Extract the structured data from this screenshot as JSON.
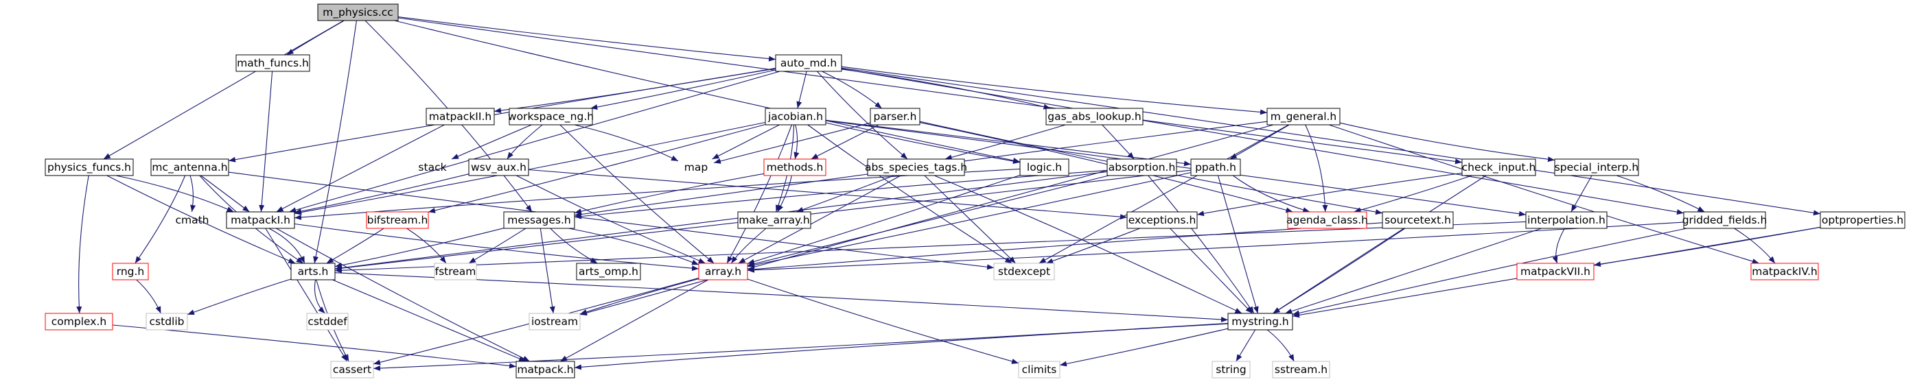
{
  "colors": {
    "edge": "#191970",
    "root_fill": "#bfbfbf",
    "normal_border": "#000000",
    "incomplete_border": "#ff0000",
    "external_border": "#bfbfbf"
  },
  "nodes": [
    {
      "id": "m_physics",
      "label": "m_physics.cc",
      "kind": "root"
    },
    {
      "id": "math_funcs",
      "label": "math_funcs.h",
      "kind": "normal"
    },
    {
      "id": "auto_md",
      "label": "auto_md.h",
      "kind": "normal"
    },
    {
      "id": "physics_funcs",
      "label": "physics_funcs.h",
      "kind": "normal"
    },
    {
      "id": "mc_antenna",
      "label": "mc_antenna.h",
      "kind": "normal"
    },
    {
      "id": "matpackII",
      "label": "matpackII.h",
      "kind": "normal"
    },
    {
      "id": "workspace_ng",
      "label": "workspace_ng.h",
      "kind": "normal"
    },
    {
      "id": "jacobian",
      "label": "jacobian.h",
      "kind": "normal"
    },
    {
      "id": "parser",
      "label": "parser.h",
      "kind": "normal"
    },
    {
      "id": "gas_abs_lookup",
      "label": "gas_abs_lookup.h",
      "kind": "normal"
    },
    {
      "id": "m_general",
      "label": "m_general.h",
      "kind": "normal"
    },
    {
      "id": "stack",
      "label": "stack",
      "kind": "plain"
    },
    {
      "id": "wsv_aux",
      "label": "wsv_aux.h",
      "kind": "normal"
    },
    {
      "id": "map",
      "label": "map",
      "kind": "plain"
    },
    {
      "id": "methods",
      "label": "methods.h",
      "kind": "red"
    },
    {
      "id": "abs_species_tags",
      "label": "abs_species_tags.h",
      "kind": "normal"
    },
    {
      "id": "logic",
      "label": "logic.h",
      "kind": "normal"
    },
    {
      "id": "absorption",
      "label": "absorption.h",
      "kind": "normal"
    },
    {
      "id": "ppath",
      "label": "ppath.h",
      "kind": "normal"
    },
    {
      "id": "check_input",
      "label": "check_input.h",
      "kind": "normal"
    },
    {
      "id": "special_interp",
      "label": "special_interp.h",
      "kind": "normal"
    },
    {
      "id": "cmath",
      "label": "cmath",
      "kind": "plain"
    },
    {
      "id": "matpackI",
      "label": "matpackI.h",
      "kind": "normal"
    },
    {
      "id": "bifstream",
      "label": "bifstream.h",
      "kind": "red"
    },
    {
      "id": "messages",
      "label": "messages.h",
      "kind": "normal"
    },
    {
      "id": "make_array",
      "label": "make_array.h",
      "kind": "normal"
    },
    {
      "id": "exceptions",
      "label": "exceptions.h",
      "kind": "normal"
    },
    {
      "id": "agenda_class",
      "label": "agenda_class.h",
      "kind": "red"
    },
    {
      "id": "sourcetext",
      "label": "sourcetext.h",
      "kind": "normal"
    },
    {
      "id": "interpolation",
      "label": "interpolation.h",
      "kind": "normal"
    },
    {
      "id": "gridded_fields",
      "label": "gridded_fields.h",
      "kind": "normal"
    },
    {
      "id": "optproperties",
      "label": "optproperties.h",
      "kind": "normal"
    },
    {
      "id": "rng",
      "label": "rng.h",
      "kind": "red"
    },
    {
      "id": "arts",
      "label": "arts.h",
      "kind": "normal"
    },
    {
      "id": "fstream",
      "label": "fstream",
      "kind": "grey"
    },
    {
      "id": "arts_omp",
      "label": "arts_omp.h",
      "kind": "normal"
    },
    {
      "id": "array",
      "label": "array.h",
      "kind": "red"
    },
    {
      "id": "stdexcept",
      "label": "stdexcept",
      "kind": "grey"
    },
    {
      "id": "matpackVII",
      "label": "matpackVII.h",
      "kind": "red"
    },
    {
      "id": "matpackIV",
      "label": "matpackIV.h",
      "kind": "red"
    },
    {
      "id": "cstdlib",
      "label": "cstdlib",
      "kind": "grey"
    },
    {
      "id": "cstddef",
      "label": "cstddef",
      "kind": "grey"
    },
    {
      "id": "complex",
      "label": "complex.h",
      "kind": "red"
    },
    {
      "id": "iostream",
      "label": "iostream",
      "kind": "grey"
    },
    {
      "id": "mystring",
      "label": "mystring.h",
      "kind": "normal"
    },
    {
      "id": "cassert",
      "label": "cassert",
      "kind": "grey"
    },
    {
      "id": "matpack",
      "label": "matpack.h",
      "kind": "normal"
    },
    {
      "id": "climits",
      "label": "climits",
      "kind": "grey"
    },
    {
      "id": "string",
      "label": "string",
      "kind": "grey"
    },
    {
      "id": "sstream",
      "label": "sstream.h",
      "kind": "grey"
    }
  ],
  "edges": [
    [
      "m_physics",
      "math_funcs"
    ],
    [
      "m_physics",
      "auto_md"
    ],
    [
      "m_physics",
      "physics_funcs"
    ],
    [
      "m_physics",
      "arts"
    ],
    [
      "m_physics",
      "messages"
    ],
    [
      "m_physics",
      "logic"
    ],
    [
      "m_physics",
      "check_input"
    ],
    [
      "math_funcs",
      "matpackI"
    ],
    [
      "auto_md",
      "matpackI"
    ],
    [
      "auto_md",
      "mc_antenna"
    ],
    [
      "auto_md",
      "matpackII"
    ],
    [
      "auto_md",
      "workspace_ng"
    ],
    [
      "auto_md",
      "jacobian"
    ],
    [
      "auto_md",
      "parser"
    ],
    [
      "auto_md",
      "gas_abs_lookup"
    ],
    [
      "auto_md",
      "m_general"
    ],
    [
      "auto_md",
      "abs_species_tags"
    ],
    [
      "auto_md",
      "gridded_fields"
    ],
    [
      "auto_md",
      "optproperties"
    ],
    [
      "physics_funcs",
      "matpackI"
    ],
    [
      "physics_funcs",
      "complex"
    ],
    [
      "physics_funcs",
      "arts"
    ],
    [
      "mc_antenna",
      "matpackI"
    ],
    [
      "mc_antenna",
      "cmath"
    ],
    [
      "mc_antenna",
      "rng"
    ],
    [
      "mc_antenna",
      "arts"
    ],
    [
      "mc_antenna",
      "stdexcept"
    ],
    [
      "matpackII",
      "matpackI"
    ],
    [
      "workspace_ng",
      "stack"
    ],
    [
      "workspace_ng",
      "map"
    ],
    [
      "workspace_ng",
      "wsv_aux"
    ],
    [
      "workspace_ng",
      "array"
    ],
    [
      "jacobian",
      "map"
    ],
    [
      "jacobian",
      "methods"
    ],
    [
      "jacobian",
      "make_array"
    ],
    [
      "jacobian",
      "matpackI"
    ],
    [
      "jacobian",
      "logic"
    ],
    [
      "jacobian",
      "ppath"
    ],
    [
      "jacobian",
      "interpolation"
    ],
    [
      "jacobian",
      "array"
    ],
    [
      "jacobian",
      "bifstream"
    ],
    [
      "jacobian",
      "stdexcept"
    ],
    [
      "parser",
      "map"
    ],
    [
      "parser",
      "methods"
    ],
    [
      "parser",
      "agenda_class"
    ],
    [
      "parser",
      "sourcetext"
    ],
    [
      "gas_abs_lookup",
      "abs_species_tags"
    ],
    [
      "gas_abs_lookup",
      "absorption"
    ],
    [
      "m_general",
      "ppath"
    ],
    [
      "m_general",
      "messages"
    ],
    [
      "m_general",
      "special_interp"
    ],
    [
      "m_general",
      "matpackIV"
    ],
    [
      "m_general",
      "iostream"
    ],
    [
      "m_general",
      "stdexcept"
    ],
    [
      "m_general",
      "agenda_class"
    ],
    [
      "wsv_aux",
      "matpackI"
    ],
    [
      "wsv_aux",
      "array"
    ],
    [
      "wsv_aux",
      "exceptions"
    ],
    [
      "methods",
      "make_array"
    ],
    [
      "methods",
      "messages"
    ],
    [
      "abs_species_tags",
      "array"
    ],
    [
      "abs_species_tags",
      "make_array"
    ],
    [
      "abs_species_tags",
      "stdexcept"
    ],
    [
      "abs_species_tags",
      "mystring"
    ],
    [
      "logic",
      "matpackI"
    ],
    [
      "logic",
      "array"
    ],
    [
      "absorption",
      "arts"
    ],
    [
      "absorption",
      "array"
    ],
    [
      "absorption",
      "mystring"
    ],
    [
      "absorption",
      "messages"
    ],
    [
      "ppath",
      "agenda_class"
    ],
    [
      "ppath",
      "array"
    ],
    [
      "ppath",
      "mystring"
    ],
    [
      "ppath",
      "arts"
    ],
    [
      "check_input",
      "exceptions"
    ],
    [
      "check_input",
      "agenda_class"
    ],
    [
      "check_input",
      "mystring"
    ],
    [
      "special_interp",
      "interpolation"
    ],
    [
      "special_interp",
      "gridded_fields"
    ],
    [
      "matpackI",
      "arts"
    ],
    [
      "matpackI",
      "array"
    ],
    [
      "matpackI",
      "matpack"
    ],
    [
      "matpackI",
      "cassert"
    ],
    [
      "bifstream",
      "fstream"
    ],
    [
      "bifstream",
      "arts"
    ],
    [
      "messages",
      "arts"
    ],
    [
      "messages",
      "arts_omp"
    ],
    [
      "messages",
      "iostream"
    ],
    [
      "messages",
      "fstream"
    ],
    [
      "messages",
      "array"
    ],
    [
      "make_array",
      "array"
    ],
    [
      "exceptions",
      "stdexcept"
    ],
    [
      "exceptions",
      "mystring"
    ],
    [
      "sourcetext",
      "array"
    ],
    [
      "sourcetext",
      "mystring"
    ],
    [
      "interpolation",
      "matpackVII"
    ],
    [
      "interpolation",
      "mystring"
    ],
    [
      "interpolation",
      "arts"
    ],
    [
      "gridded_fields",
      "matpackIV"
    ],
    [
      "gridded_fields",
      "mystring"
    ],
    [
      "gridded_fields",
      "array"
    ],
    [
      "optproperties",
      "matpackVII"
    ],
    [
      "optproperties",
      "mystring"
    ],
    [
      "rng",
      "cstdlib"
    ],
    [
      "arts",
      "cstdlib"
    ],
    [
      "arts",
      "cstddef"
    ],
    [
      "arts",
      "cassert"
    ],
    [
      "arts",
      "matpack"
    ],
    [
      "arts",
      "mystring"
    ],
    [
      "array",
      "iostream"
    ],
    [
      "array",
      "cassert"
    ],
    [
      "array",
      "climits"
    ],
    [
      "array",
      "matpack"
    ],
    [
      "complex",
      "matpack"
    ],
    [
      "mystring",
      "matpack"
    ],
    [
      "mystring",
      "cassert"
    ],
    [
      "mystring",
      "climits"
    ],
    [
      "mystring",
      "string"
    ],
    [
      "mystring",
      "sstream"
    ]
  ]
}
